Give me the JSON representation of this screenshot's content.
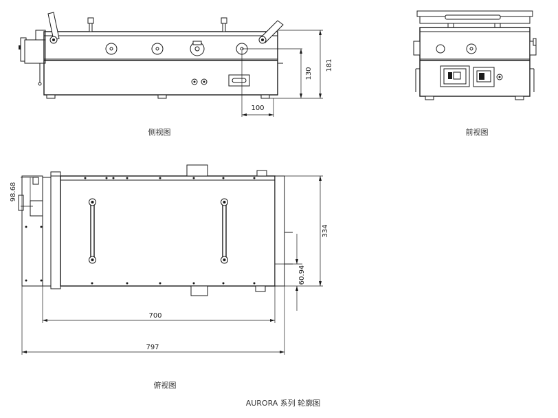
{
  "labels": {
    "side_view": "侧视图",
    "front_view": "前视图",
    "top_view": "俯视图",
    "caption": "AURORA 系列 轮廓图"
  },
  "dimensions": {
    "side_length": "100",
    "side_height_body": "130",
    "side_height_total": "181",
    "top_offset": "98.68",
    "top_width": "334",
    "top_bottom_offset": "60.94",
    "top_inner_length": "700",
    "top_total_length": "797"
  }
}
